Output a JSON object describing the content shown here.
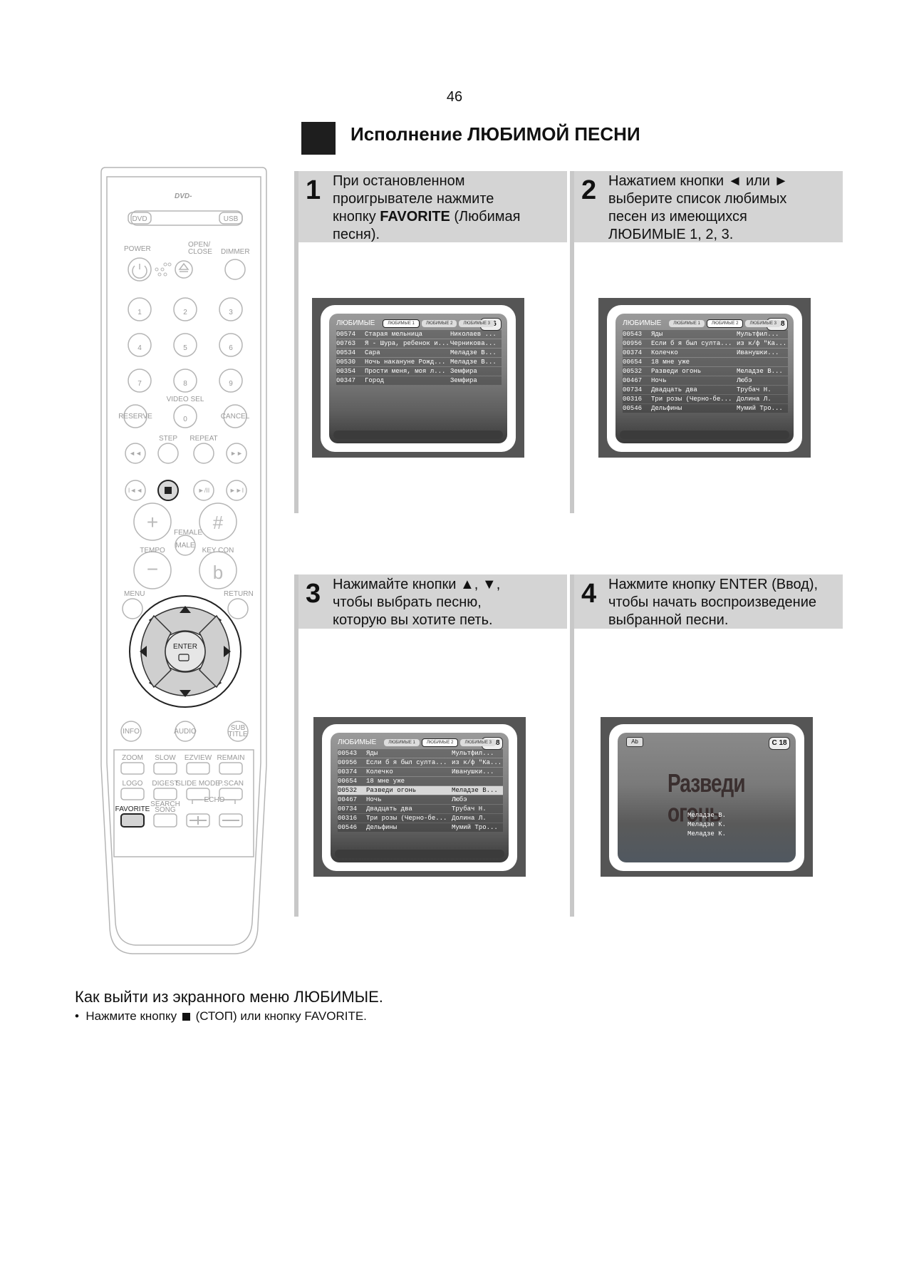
{
  "page_number": "46",
  "section_title": "Исполнение ЛЮБИМОЙ ПЕСНИ",
  "remote": {
    "logo": "DVD-",
    "mode_buttons": [
      "DVD",
      "USB"
    ],
    "labels": {
      "power": "POWER",
      "open_close_1": "OPEN/",
      "open_close_2": "CLOSE",
      "dimmer": "DIMMER",
      "video_sel": "VIDEO SEL",
      "step": "STEP",
      "repeat": "REPEAT",
      "female": "FEMALE",
      "tempo": "TEMPO",
      "key_con": "KEY CON",
      "menu": "MENU",
      "return": "RETURN",
      "zoom": "ZOOM",
      "slow": "SLOW",
      "ezview": "EZVIEW",
      "remain": "REMAIN",
      "logo": "LOGO",
      "digest": "DIGEST",
      "slide_mode": "SLIDE MODE",
      "pscan": "P.SCAN",
      "favorite": "FAVORITE",
      "search_song_1": "SEARCH",
      "search_song_2": "SONG",
      "echo": "ECHO"
    },
    "digits": [
      "1",
      "2",
      "3",
      "4",
      "5",
      "6",
      "7",
      "8",
      "9",
      "0"
    ],
    "reserve": "RESERVE",
    "cancel": "CANCEL",
    "male": "MALE",
    "enter": "ENTER",
    "info": "INFO",
    "audio": "AUDIO",
    "subtitle_1": "SUB",
    "subtitle_2": "TITLE"
  },
  "steps": [
    {
      "num": "1",
      "lines": [
        "При остановленном",
        "проигрывателе нажмите"
      ],
      "line3_pre": "кнопку ",
      "line3_bold": "FAVORITE",
      "line3_post": " (Любимая",
      "line4": "песня)."
    },
    {
      "num": "2",
      "lines": [
        "Нажатием кнопки ◄ или ►",
        "выберите список любимых",
        "песен из имеющихся",
        "ЛЮБИМЫЕ 1, 2, 3."
      ]
    },
    {
      "num": "3",
      "lines": [
        "Нажимайте кнопки ▲, ▼,",
        "чтобы выбрать песню,",
        "которую вы хотите петь."
      ]
    },
    {
      "num": "4",
      "lines": [
        "Нажмите кнопку ENTER (Ввод),",
        "чтобы начать воспроизведение",
        "выбранной песни."
      ]
    }
  ],
  "screens": {
    "fav_label": "ЛЮБИМЫЕ",
    "tabs": [
      "ЛЮБИМЫЕ 1",
      "ЛЮБИМЫЕ 2",
      "ЛЮБИМЫЕ 3"
    ],
    "list1": {
      "badge": "C 6",
      "rows": [
        {
          "code": "00574",
          "title": "Старая мельница",
          "artist": "Николаев ..."
        },
        {
          "code": "00763",
          "title": "Я - Шура, ребенок и...",
          "artist": "Черникова..."
        },
        {
          "code": "00534",
          "title": "Сара",
          "artist": "Меладзе В..."
        },
        {
          "code": "00530",
          "title": "Ночь накануне Рожд...",
          "artist": "Меладзе В..."
        },
        {
          "code": "00354",
          "title": "Прости меня, моя л...",
          "artist": "Земфира"
        },
        {
          "code": "00347",
          "title": "Город",
          "artist": "Земфира"
        }
      ]
    },
    "list2": {
      "badge": "C 18",
      "rows": [
        {
          "code": "00543",
          "title": "Яды",
          "artist": "Мультфил..."
        },
        {
          "code": "00956",
          "title": "Если б я был султа...",
          "artist": "из к/ф \"Ка..."
        },
        {
          "code": "00374",
          "title": "Колечко",
          "artist": "Иванушки..."
        },
        {
          "code": "00654",
          "title": "18 мне уже",
          "artist": ""
        },
        {
          "code": "00532",
          "title": "Разведи огонь",
          "artist": "Меладзе В..."
        },
        {
          "code": "00467",
          "title": "Ночь",
          "artist": "Любэ"
        },
        {
          "code": "00734",
          "title": "Двадцать два",
          "artist": "Трубач Н."
        },
        {
          "code": "00316",
          "title": "Три розы (Черно-бе...",
          "artist": "Долина Л."
        },
        {
          "code": "00546",
          "title": "Дельфины",
          "artist": "Мумий Тро..."
        }
      ]
    },
    "play": {
      "badge": "C 18",
      "ab": "Ab",
      "title": "Разведи огонь",
      "artists": [
        "Меладзе В.",
        "Меладзе К.",
        "Меладзе К."
      ]
    }
  },
  "exit": {
    "title": "Как выйти из экранного меню ЛЮБИМЫЕ.",
    "bullet": "•",
    "text_pre": "Нажмите кнопку",
    "text_post": "(СТОП) или кнопку FAVORITE."
  }
}
